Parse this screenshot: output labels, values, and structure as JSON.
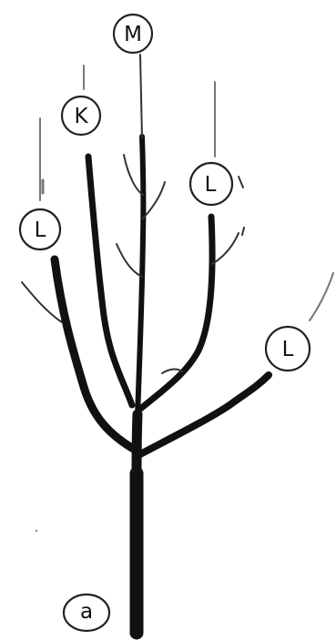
{
  "labels": {
    "leader": "M",
    "competitor": "K",
    "lateral_left": "L",
    "lateral_upper_right": "L",
    "lateral_lower_right": "L",
    "base": "a"
  },
  "colors": {
    "ink": "#111111",
    "background": "#ffffff"
  }
}
